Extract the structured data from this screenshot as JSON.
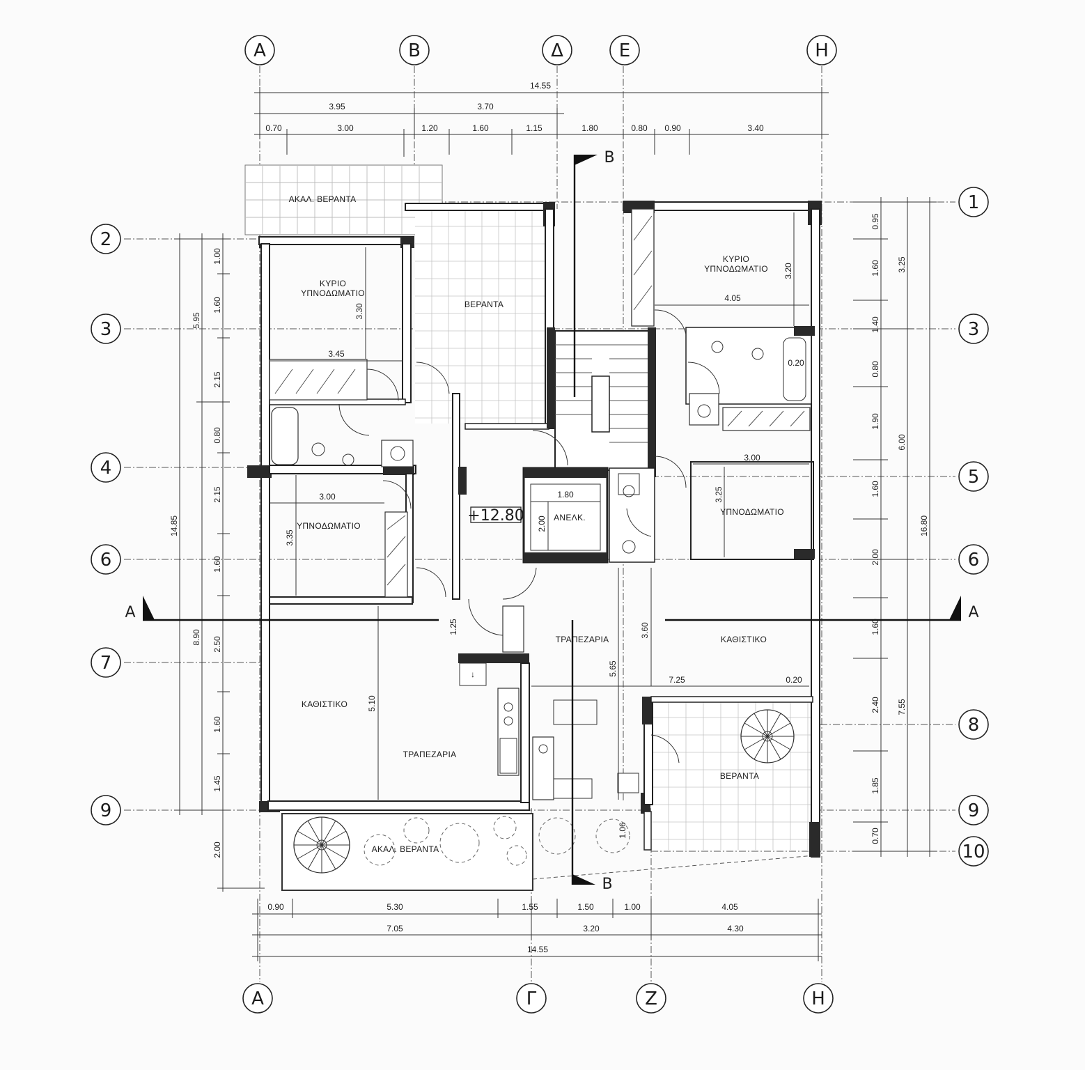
{
  "axes": {
    "top": [
      "Α",
      "Β",
      "Δ",
      "Ε",
      "Η"
    ],
    "bottom": [
      "Α",
      "Γ",
      "Ζ",
      "Η"
    ],
    "left": [
      "2",
      "3",
      "4",
      "6",
      "7",
      "9"
    ],
    "right": [
      "1",
      "3",
      "5",
      "6",
      "8",
      "9",
      "10"
    ]
  },
  "dimensions": {
    "top_total": "14.55",
    "top_mid": [
      "3.95",
      "3.70"
    ],
    "top_detail": [
      "0.70",
      "3.00",
      "1.20",
      "1.60",
      "1.15",
      "1.80",
      "0.80",
      "0.90",
      "3.40"
    ],
    "bottom_detail": [
      "0.90",
      "5.30",
      "1.55",
      "1.50",
      "1.00",
      "4.05"
    ],
    "bottom_mid": [
      "7.05",
      "3.20",
      "4.30"
    ],
    "bottom_total": "14.55",
    "left_detail": [
      "1.00",
      "1.60",
      "2.15",
      "0.80",
      "2.15",
      "1.60",
      "2.50",
      "1.60",
      "1.45",
      "2.00"
    ],
    "left_mid": [
      "5.95",
      "8.90"
    ],
    "left_total": "14.85",
    "right_detail": [
      "0.95",
      "1.60",
      "1.40",
      "0.80",
      "1.90",
      "1.60",
      "2.00",
      "1.60",
      "2.40",
      "1.85",
      "0.70"
    ],
    "right_mid": [
      "3.25",
      "6.00",
      "7.55"
    ],
    "right_total": "16.80",
    "interior": [
      "3.30",
      "3.45",
      "3.00",
      "3.35",
      "5.10",
      "1.25",
      "1.80",
      "2.00",
      "3.20",
      "4.05",
      "0.20",
      "3.00",
      "3.25",
      "3.60",
      "5.65",
      "7.25",
      "0.20",
      "1.06"
    ]
  },
  "rooms": {
    "akal_veranta_top": "ΑΚΑΛ. ΒΕΡΑΝΤΑ",
    "veranta_top": "ΒΕΡΑΝΤΑ",
    "kyrio_left_1": "ΚΥΡΙΟ",
    "kyrio_left_2": "ΥΠΝΟΔΩΜΑΤΙΟ",
    "kyrio_right_1": "ΚΥΡΙΟ",
    "kyrio_right_2": "ΥΠΝΟΔΩΜΑΤΙΟ",
    "ypno_left": "ΥΠΝΟΔΩΜΑΤΙΟ",
    "ypno_right": "ΥΠΝΟΔΩΜΑΤΙΟ",
    "elevator": "ΑΝΕΛΚ.",
    "level": "+12.80",
    "kathistiko_left": "ΚΑΘΙΣΤΙΚΟ",
    "trapezaria_left": "ΤΡΑΠΕΖΑΡΙΑ",
    "trapezaria_right": "ΤΡΑΠΕΖΑΡΙΑ",
    "kathistiko_right": "ΚΑΘΙΣΤΙΚΟ",
    "veranta_right": "ΒΕΡΑΝΤΑ",
    "akal_veranta_bottom": "ΑΚΑΛ. ΒΕΡΑΝΤΑ"
  },
  "sections": {
    "a": "Α",
    "b": "Β"
  }
}
